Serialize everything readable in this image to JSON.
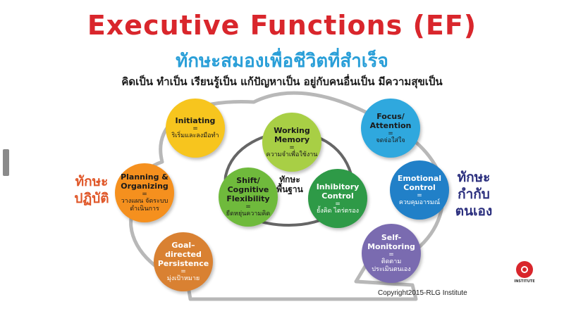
{
  "title": "Executive Functions (EF)",
  "subtitle": "ทักษะสมองเพื่อชีวิตที่สำเร็จ",
  "tagline": "คิดเป็น ทำเป็น เรียนรู้เป็น แก้ปัญหาเป็น อยู่กับคนอื่นเป็น มีความสุขเป็น",
  "colors": {
    "title": "#d9262c",
    "subtitle": "#2a9fd8",
    "practice": "#e0582a",
    "self_control": "#2b2f7e",
    "orange": "#f5901e",
    "yellow": "#f7c51e",
    "brown": "#d98132",
    "lightgreen": "#a8cf45",
    "green": "#6fba3c",
    "darkgreen": "#2e9a47",
    "cyan": "#2fa8de",
    "blue": "#2180c8",
    "purple": "#7a6bb0"
  },
  "labels": {
    "practice": [
      "ทักษะ",
      "ปฏิบัติ"
    ],
    "core": [
      "ทักษะ",
      "พื้นฐาน"
    ],
    "self_control": [
      "ทักษะ",
      "กำกับ",
      "ตนเอง"
    ]
  },
  "nodes": {
    "initiating": {
      "name": [
        "Initiating"
      ],
      "eq": "=",
      "desc": [
        "ริเริ่มและลงมือทำ"
      ]
    },
    "planning": {
      "name": [
        "Planning &",
        "Organizing"
      ],
      "eq": "=",
      "desc": [
        "วางแผน จัดระบบ",
        "ดำเนินการ"
      ]
    },
    "goal": {
      "name": [
        "Goal–directed",
        "Persistence"
      ],
      "eq": "=",
      "desc": [
        "มุ่งเป้าหมาย"
      ]
    },
    "working": {
      "name": [
        "Working",
        "Memory"
      ],
      "eq": "=",
      "desc": [
        "ความจำเพื่อใช้งาน"
      ]
    },
    "shift": {
      "name": [
        "Shift/",
        "Cognitive",
        "Flexibility"
      ],
      "eq": "=",
      "desc": [
        "ยืดหยุ่นความคิด"
      ]
    },
    "inhibitory": {
      "name": [
        "Inhibitory",
        "Control"
      ],
      "eq": "=",
      "desc": [
        "ยั้งคิด ไตร่ตรอง"
      ]
    },
    "focus": {
      "name": [
        "Focus/",
        "Attention"
      ],
      "eq": "=",
      "desc": [
        "จดจ่อใส่ใจ"
      ]
    },
    "emotional": {
      "name": [
        "Emotional",
        "Control"
      ],
      "eq": "=",
      "desc": [
        "ควบคุมอารมณ์"
      ]
    },
    "self": {
      "name": [
        "Self-Monitoring"
      ],
      "eq": "=",
      "desc": [
        "ติดตาม",
        "ประเมินตนเอง"
      ]
    }
  },
  "copyright": "Copyright2015-RLG Institute",
  "logo": {
    "text": "INSTITUTE",
    "icon": "rlg-logo-icon"
  }
}
